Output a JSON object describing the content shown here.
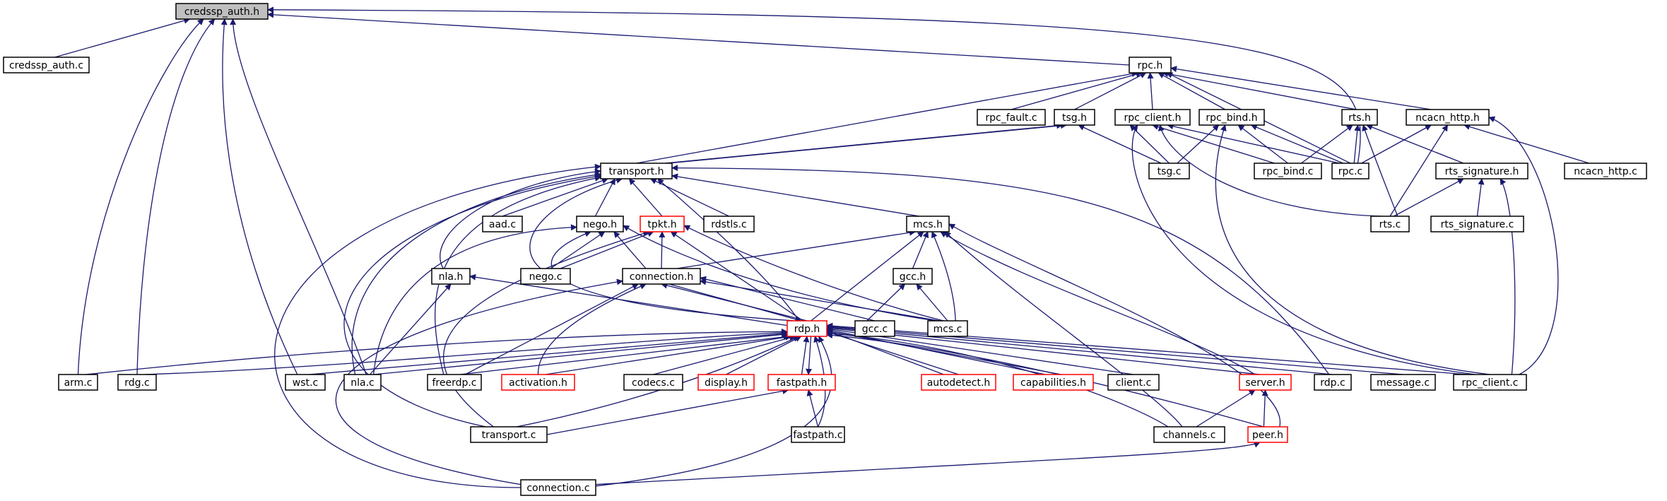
{
  "colors": {
    "edge": "#191970",
    "border_normal": "#000000",
    "border_incomplete": "#ff0000",
    "root_fill": "#bfbfbf",
    "fill": "#ffffff"
  },
  "nodes": {
    "credssp_auth_h": {
      "label": "credssp_auth.h",
      "kind": "root"
    },
    "credssp_auth_c": {
      "label": "credssp_auth.c",
      "kind": "normal"
    },
    "rpc_h": {
      "label": "rpc.h",
      "kind": "normal"
    },
    "rpc_fault_c": {
      "label": "rpc_fault.c",
      "kind": "normal"
    },
    "tsg_h": {
      "label": "tsg.h",
      "kind": "normal"
    },
    "rpc_client_h": {
      "label": "rpc_client.h",
      "kind": "normal"
    },
    "rpc_bind_h": {
      "label": "rpc_bind.h",
      "kind": "normal"
    },
    "rts_h": {
      "label": "rts.h",
      "kind": "normal"
    },
    "ncacn_http_h": {
      "label": "ncacn_http.h",
      "kind": "normal"
    },
    "tsg_c": {
      "label": "tsg.c",
      "kind": "normal"
    },
    "rpc_bind_c": {
      "label": "rpc_bind.c",
      "kind": "normal"
    },
    "rpc_c": {
      "label": "rpc.c",
      "kind": "normal"
    },
    "rts_signature_h": {
      "label": "rts_signature.h",
      "kind": "normal"
    },
    "ncacn_http_c": {
      "label": "ncacn_http.c",
      "kind": "normal"
    },
    "transport_h": {
      "label": "transport.h",
      "kind": "normal"
    },
    "aad_c": {
      "label": "aad.c",
      "kind": "normal"
    },
    "nego_h": {
      "label": "nego.h",
      "kind": "normal"
    },
    "tpkt_h": {
      "label": "tpkt.h",
      "kind": "incomplete"
    },
    "rdstls_c": {
      "label": "rdstls.c",
      "kind": "normal"
    },
    "mcs_h": {
      "label": "mcs.h",
      "kind": "normal"
    },
    "rts_c": {
      "label": "rts.c",
      "kind": "normal"
    },
    "rts_signature_c": {
      "label": "rts_signature.c",
      "kind": "normal"
    },
    "nla_h": {
      "label": "nla.h",
      "kind": "normal"
    },
    "nego_c": {
      "label": "nego.c",
      "kind": "normal"
    },
    "connection_h": {
      "label": "connection.h",
      "kind": "normal"
    },
    "gcc_h": {
      "label": "gcc.h",
      "kind": "normal"
    },
    "rdp_h": {
      "label": "rdp.h",
      "kind": "incomplete"
    },
    "gcc_c": {
      "label": "gcc.c",
      "kind": "normal"
    },
    "mcs_c": {
      "label": "mcs.c",
      "kind": "normal"
    },
    "arm_c": {
      "label": "arm.c",
      "kind": "normal"
    },
    "rdg_c": {
      "label": "rdg.c",
      "kind": "normal"
    },
    "wst_c": {
      "label": "wst.c",
      "kind": "normal"
    },
    "nla_c": {
      "label": "nla.c",
      "kind": "normal"
    },
    "freerdp_c": {
      "label": "freerdp.c",
      "kind": "normal"
    },
    "activation_h": {
      "label": "activation.h",
      "kind": "incomplete"
    },
    "codecs_c": {
      "label": "codecs.c",
      "kind": "normal"
    },
    "display_h": {
      "label": "display.h",
      "kind": "incomplete"
    },
    "fastpath_h": {
      "label": "fastpath.h",
      "kind": "incomplete"
    },
    "autodetect_h": {
      "label": "autodetect.h",
      "kind": "incomplete"
    },
    "capabilities_h": {
      "label": "capabilities.h",
      "kind": "incomplete"
    },
    "client_c": {
      "label": "client.c",
      "kind": "normal"
    },
    "server_h": {
      "label": "server.h",
      "kind": "incomplete"
    },
    "rdp_c": {
      "label": "rdp.c",
      "kind": "normal"
    },
    "message_c": {
      "label": "message.c",
      "kind": "normal"
    },
    "rpc_client_c": {
      "label": "rpc_client.c",
      "kind": "normal"
    },
    "fastpath_c": {
      "label": "fastpath.c",
      "kind": "normal"
    },
    "channels_c": {
      "label": "channels.c",
      "kind": "normal"
    },
    "peer_h": {
      "label": "peer.h",
      "kind": "incomplete"
    },
    "transport_c": {
      "label": "transport.c",
      "kind": "normal"
    },
    "connection_c": {
      "label": "connection.c",
      "kind": "normal"
    }
  }
}
